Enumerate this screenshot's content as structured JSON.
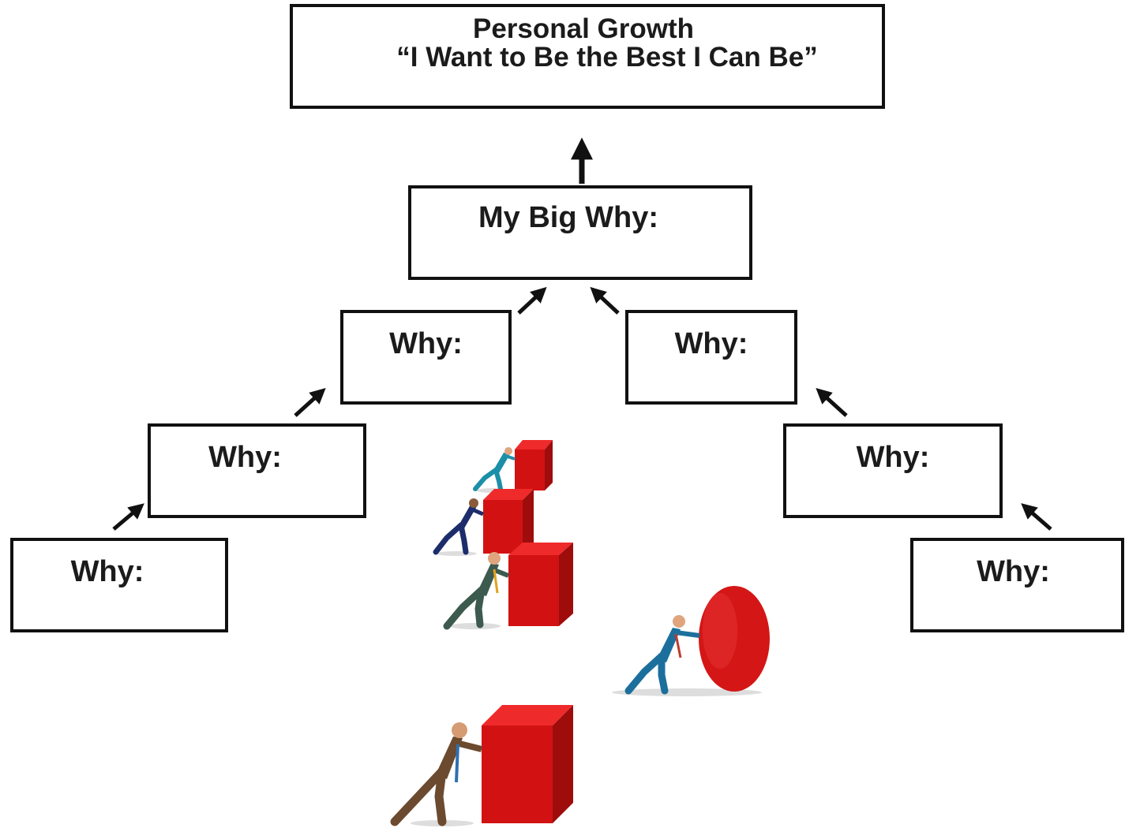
{
  "diagram": {
    "top": {
      "line1": "Personal Growth",
      "line2": "“I Want to Be the Best I Can Be”"
    },
    "big_why": "My Big Why:",
    "left_why_labels": [
      "Why:",
      "Why:",
      "Why:"
    ],
    "right_why_labels": [
      "Why:",
      "Why:",
      "Why:"
    ]
  },
  "colors": {
    "box_border": "#111111",
    "arrow": "#111111",
    "cube_front": "#d21212",
    "cube_side": "#9e0c0c",
    "cube_top": "#ef2a2a",
    "ball": "#d51616"
  },
  "illustration": {
    "icons": [
      "businessman-pushing-cube-icon",
      "businessman-pushing-ball-icon"
    ]
  }
}
